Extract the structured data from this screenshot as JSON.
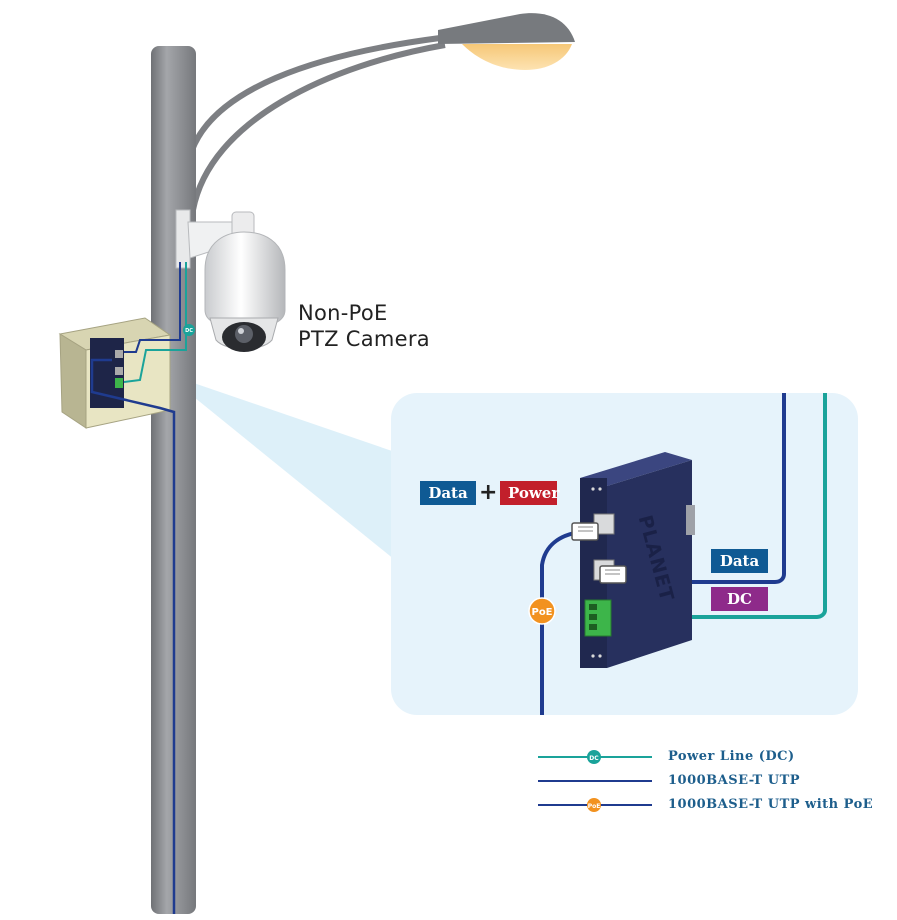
{
  "camera": {
    "label_line1": "Non-PoE",
    "label_line2": "PTZ Camera"
  },
  "tags": {
    "data_power_data": "Data",
    "data_power_plus": "+",
    "data_power_power": "Power",
    "data_out": "Data",
    "dc_out": "DC"
  },
  "badges": {
    "poe": "PoE",
    "dc_small": "DC",
    "legend_dc": "DC",
    "legend_poe": "PoE"
  },
  "device": {
    "brand": "PLANET"
  },
  "legend": {
    "items": [
      {
        "label": "Power Line (DC)",
        "line_color": "#1aa39a",
        "marker": "DC"
      },
      {
        "label": "1000BASE-T UTP",
        "line_color": "#1f3b8f",
        "marker": ""
      },
      {
        "label": "1000BASE-T UTP with PoE",
        "line_color": "#1f3b8f",
        "marker": "PoE"
      }
    ]
  },
  "colors": {
    "utp": "#1f3b8f",
    "dc": "#1aa39a",
    "poe_badge": "#f2921f",
    "data_tag": "#0f5a94",
    "power_tag": "#c21f2b",
    "dc_tag": "#8e2a8a",
    "zoom_panel": "#e6f3fb",
    "pole": "#8d8f93"
  }
}
